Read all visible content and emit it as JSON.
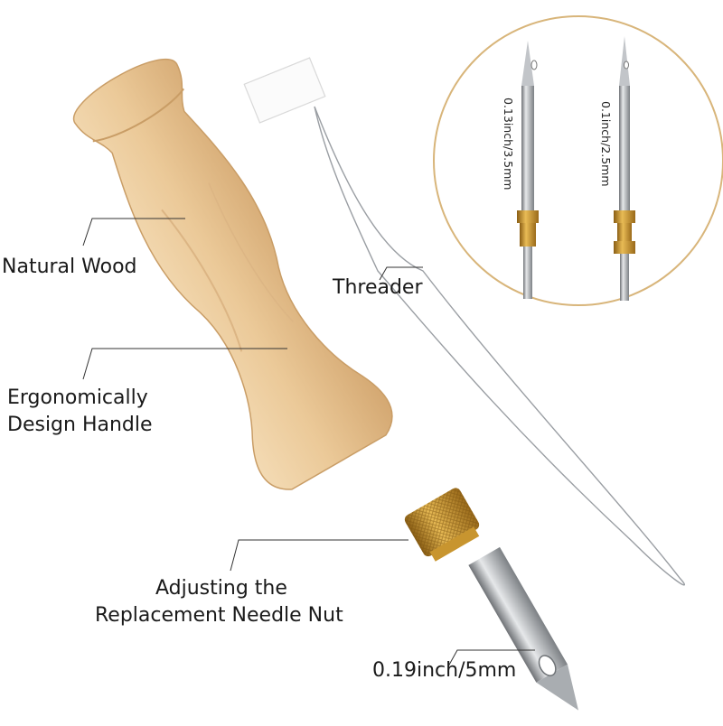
{
  "labels": {
    "natural_wood": "Natural Wood",
    "threader": "Threader",
    "ergonomic_line1": "Ergonomically",
    "ergonomic_line2": "Design Handle",
    "adjusting_line1": "Adjusting the",
    "adjusting_line2": "Replacement Needle Nut",
    "needle_size": "0.19inch/5mm"
  },
  "inset": {
    "needle_a_size": "0.13inch/3.5mm",
    "needle_b_size": "0.1inch/2.5mm"
  },
  "colors": {
    "wood": "#e9c79a",
    "wood_dark": "#d7ae7a",
    "brass": "#c8952f",
    "steel": "#b9bcc0",
    "inset_ring": "#d8b57a"
  }
}
